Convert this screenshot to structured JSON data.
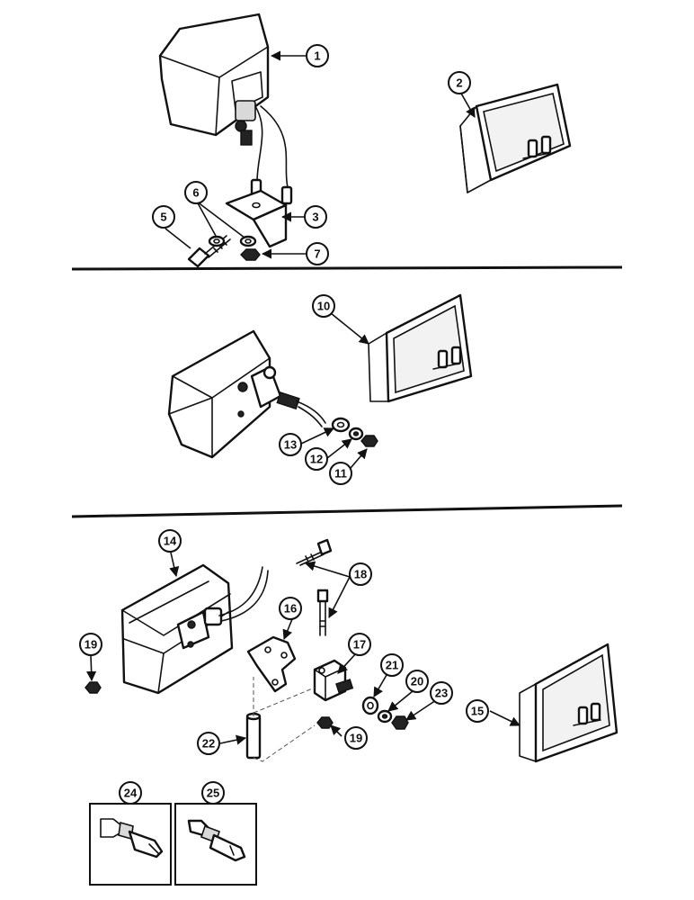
{
  "callouts": {
    "c1": "1",
    "c2": "2",
    "c3": "3",
    "c5": "5",
    "c6": "6",
    "c7": "7",
    "c10": "10",
    "c11": "11",
    "c12": "12",
    "c13": "13",
    "c14": "14",
    "c15": "15",
    "c16": "16",
    "c17": "17",
    "c18": "18",
    "c19a": "19",
    "c19b": "19",
    "c20": "20",
    "c21": "21",
    "c22": "22",
    "c23": "23",
    "c24": "24",
    "c25": "25"
  }
}
